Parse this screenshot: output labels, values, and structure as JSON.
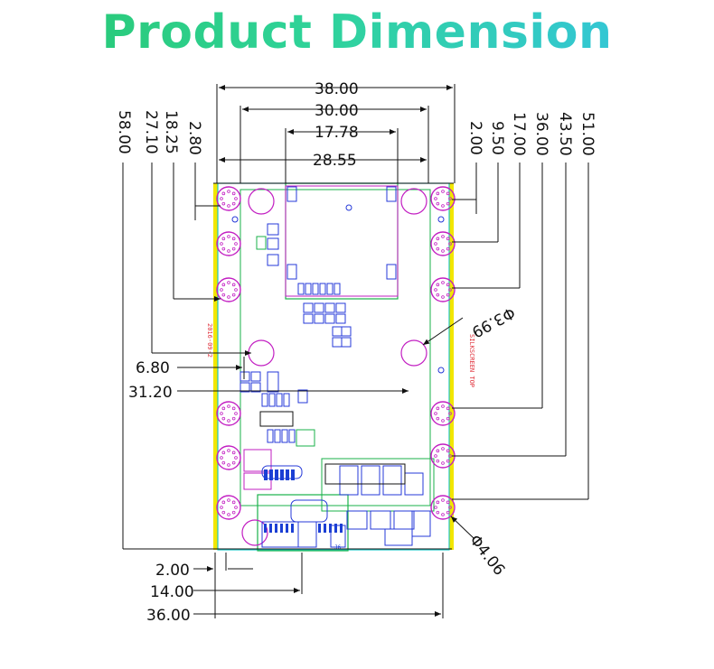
{
  "header": {
    "title": "Product Dimension"
  },
  "dimensions": {
    "top": [
      "38.00",
      "30.00",
      "17.78",
      "28.55"
    ],
    "left_vertical": [
      "58.00",
      "27.10",
      "18.25",
      "2.80"
    ],
    "right_vertical": [
      "2.00",
      "9.50",
      "17.00",
      "36.00",
      "43.50",
      "51.00"
    ],
    "left_horizontal": [
      "6.80",
      "31.20"
    ],
    "bottom": [
      "2.00",
      "14.00",
      "36.00"
    ],
    "diameters": [
      "Φ3.99",
      "Φ4.06"
    ]
  },
  "board": {
    "silk_date": "2016-09-2",
    "silk_layer": "SILKSCREEN TOP",
    "label_j6": "J6"
  },
  "colors": {
    "outline": "#111111",
    "magenta": "#c21ec2",
    "green": "#19b24a",
    "blue": "#2438d8",
    "red": "#e0303a",
    "yellow": "#f2e600",
    "cyan": "#1fc6c6"
  }
}
